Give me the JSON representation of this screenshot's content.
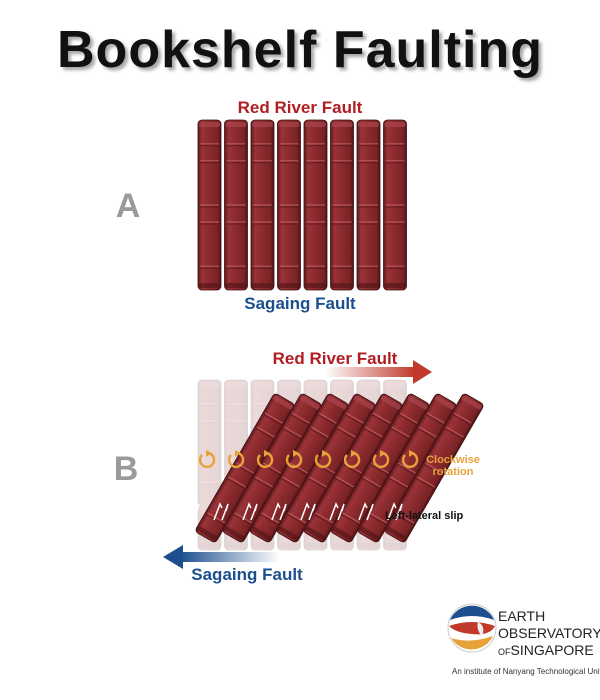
{
  "title": "Bookshelf Faulting",
  "panel_a": {
    "letter": "A",
    "top_label": "Red River Fault",
    "bottom_label": "Sagaing Fault"
  },
  "panel_b": {
    "letter": "B",
    "top_label": "Red River Fault",
    "bottom_label": "Sagaing Fault",
    "rotation_label_line1": "Clockwise",
    "rotation_label_line2": "rotation",
    "slip_label": "Left-lateral slip"
  },
  "logo": {
    "line1": "EARTH",
    "line2": "OBSERVATORY",
    "line3_prefix": "OF",
    "line3": "SINGAPORE",
    "subtitle": "An institute of Nanyang Technological University"
  },
  "colors": {
    "book": "#8b2a2e",
    "book_dark": "#5e1a1d",
    "book_light": "#a8464b",
    "red_label": "#b01e23",
    "blue_label": "#1d4f8f",
    "rotation": "#e8a23a",
    "letter_gray": "#9a9a9a"
  },
  "book_count": 8
}
